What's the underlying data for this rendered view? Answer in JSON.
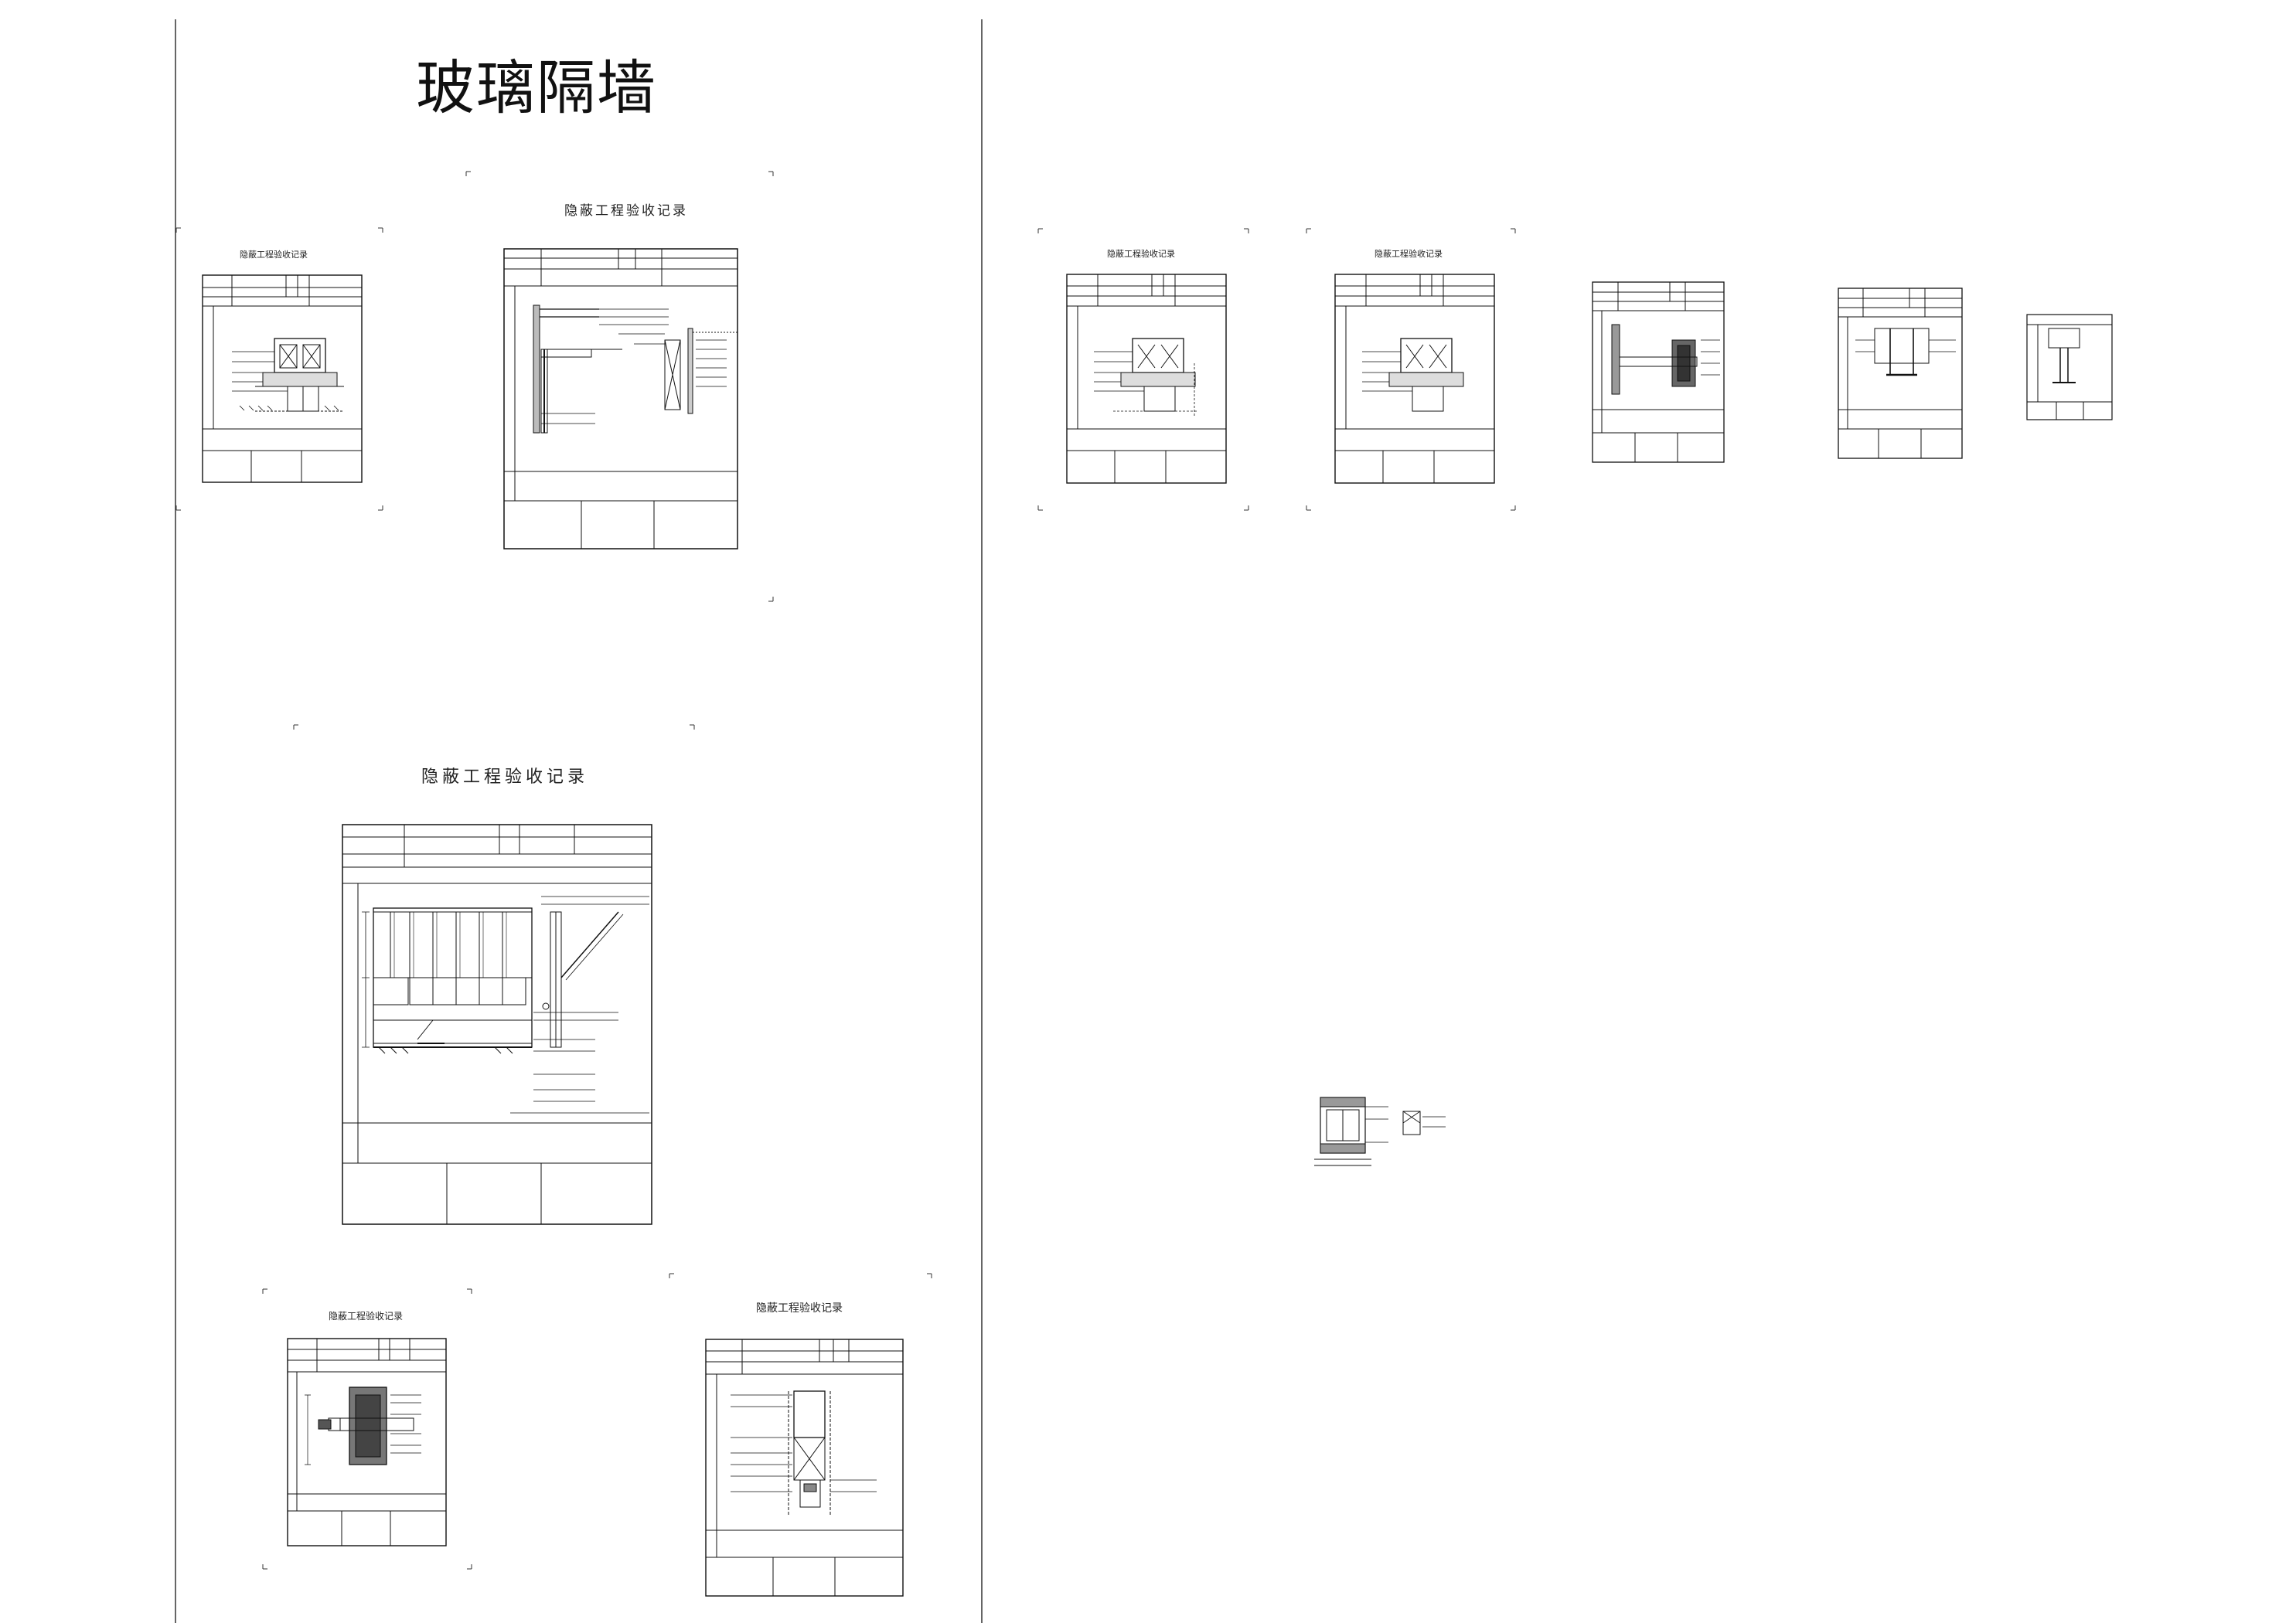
{
  "page": {
    "title": "玻璃隔墙"
  },
  "records": {
    "record_title_large": "隐蔽工程验收记录",
    "record_title_medium": "隐蔽工程验收记录",
    "record_title_small_a": "隐蔽工程验收记录",
    "record_title_small_b": "隐蔽工程验收记录"
  }
}
